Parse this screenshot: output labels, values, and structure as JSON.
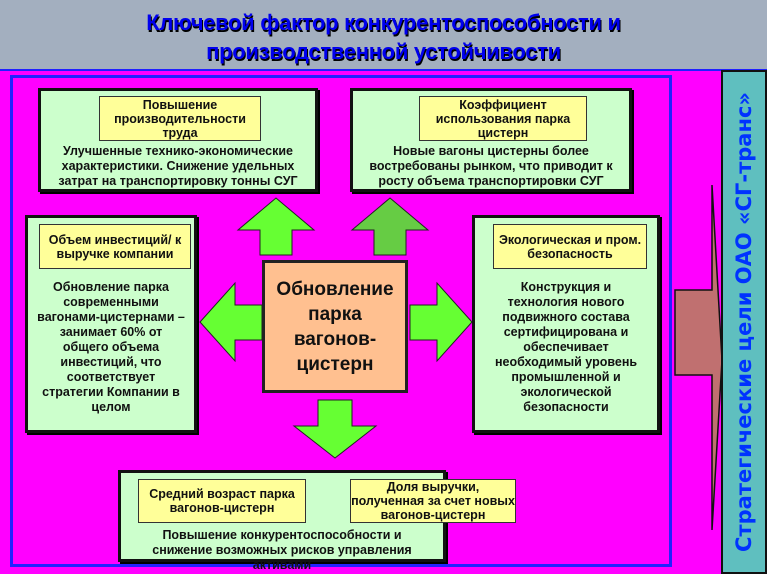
{
  "title": {
    "line1": "Ключевой фактор конкурентоспособности и",
    "line2": "производственной устойчивости"
  },
  "center": {
    "text": "Обновление парка вагонов-цистерн"
  },
  "boxes": {
    "top_left": {
      "label": "Повышение производительности труда",
      "text": "Улучшенные технико-экономические характеристики. Снижение удельных затрат на транспортировку тонны СУГ"
    },
    "top_right": {
      "label": "Коэффициент использования парка цистерн",
      "text": "Новые вагоны цистерны более востребованы рынком, что приводит к росту объема транспортировки СУГ"
    },
    "left": {
      "label": "Объем инвестиций/ к выручке компании",
      "text": "Обновление парка современными вагонами-цистернами – занимает 60% от общего объема инвестиций, что соответствует стратегии Компании в целом"
    },
    "right": {
      "label": "Экологическая и пром. безопасность",
      "text": "Конструкция и технология нового подвижного состава сертифицирована и обеспечивает необходимый уровень промышленной и экологической безопасности"
    },
    "bottom": {
      "label1": "Средний возраст парка вагонов-цистерн",
      "label2": "Доля выручки, полученная за счет новых вагонов-цистерн",
      "text": "Повышение конкурентоспособности и снижение возможных рисков управления активами"
    }
  },
  "side": {
    "text": "Стратегические цели ОАО «СГ-транс»"
  },
  "colors": {
    "background": "#ff00ff",
    "box": "#ccffcc",
    "label": "#ffff99",
    "center": "#ffc090",
    "arrow": "#66ff33",
    "arrow_dark": "#66cc44",
    "big_arrow": "#c07070",
    "side": "#5fbfbf",
    "title_text": "#0000ee"
  }
}
